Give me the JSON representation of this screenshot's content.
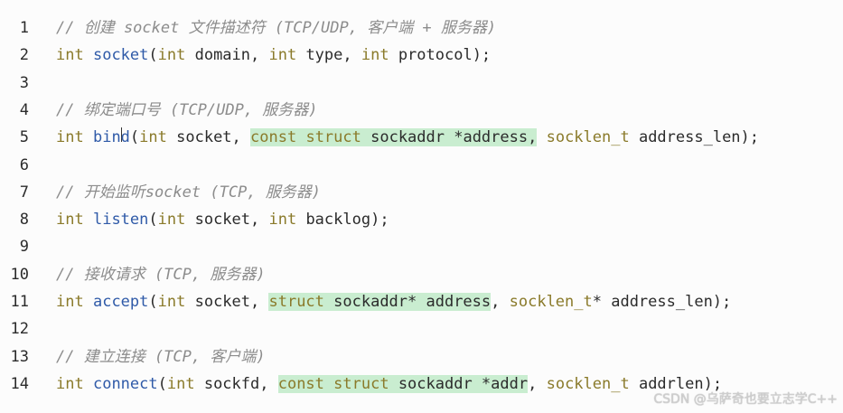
{
  "colors": {
    "keyword": "#8a7a2a",
    "function": "#2f5aa8",
    "identifier": "#2b2b2b",
    "comment": "#8c8c8c",
    "highlight": "#c9edd0"
  },
  "lines": [
    {
      "number": "1",
      "tokens": [
        {
          "t": "// 创建 socket 文件描述符 (TCP/UDP, 客户端 + 服务器)",
          "c": "comment"
        }
      ]
    },
    {
      "number": "2",
      "tokens": [
        {
          "t": "int",
          "c": "kw"
        },
        {
          "t": " ",
          "c": "plain"
        },
        {
          "t": "socket",
          "c": "fn"
        },
        {
          "t": "(",
          "c": "plain"
        },
        {
          "t": "int",
          "c": "kw"
        },
        {
          "t": " domain, ",
          "c": "plain"
        },
        {
          "t": "int",
          "c": "kw"
        },
        {
          "t": " type, ",
          "c": "plain"
        },
        {
          "t": "int",
          "c": "kw"
        },
        {
          "t": " protocol);",
          "c": "plain"
        }
      ]
    },
    {
      "number": "3",
      "tokens": []
    },
    {
      "number": "4",
      "tokens": [
        {
          "t": "// 绑定端口号 (TCP/UDP, 服务器)",
          "c": "comment"
        }
      ]
    },
    {
      "number": "5",
      "tokens": [
        {
          "t": "int",
          "c": "kw"
        },
        {
          "t": " ",
          "c": "plain"
        },
        {
          "t": "bind",
          "c": "fn"
        },
        {
          "t": "(",
          "c": "plain"
        },
        {
          "t": "int",
          "c": "kw"
        },
        {
          "t": " socket, ",
          "c": "plain"
        },
        {
          "t": "const",
          "c": "kw",
          "hl": true
        },
        {
          "t": " ",
          "c": "plain",
          "hl": true
        },
        {
          "t": "struct",
          "c": "kw",
          "hl": true
        },
        {
          "t": " sockaddr *address,",
          "c": "plain",
          "hl": true
        },
        {
          "t": " ",
          "c": "plain"
        },
        {
          "t": "socklen_t",
          "c": "kw"
        },
        {
          "t": " address_len);",
          "c": "plain"
        }
      ]
    },
    {
      "number": "6",
      "tokens": []
    },
    {
      "number": "7",
      "tokens": [
        {
          "t": "// 开始监听socket (TCP, 服务器)",
          "c": "comment"
        }
      ]
    },
    {
      "number": "8",
      "tokens": [
        {
          "t": "int",
          "c": "kw"
        },
        {
          "t": " ",
          "c": "plain"
        },
        {
          "t": "listen",
          "c": "fn"
        },
        {
          "t": "(",
          "c": "plain"
        },
        {
          "t": "int",
          "c": "kw"
        },
        {
          "t": " socket, ",
          "c": "plain"
        },
        {
          "t": "int",
          "c": "kw"
        },
        {
          "t": " backlog);",
          "c": "plain"
        }
      ]
    },
    {
      "number": "9",
      "tokens": []
    },
    {
      "number": "10",
      "tokens": [
        {
          "t": "// 接收请求 (TCP, 服务器)",
          "c": "comment"
        }
      ]
    },
    {
      "number": "11",
      "tokens": [
        {
          "t": "int",
          "c": "kw"
        },
        {
          "t": " ",
          "c": "plain"
        },
        {
          "t": "accept",
          "c": "fn"
        },
        {
          "t": "(",
          "c": "plain"
        },
        {
          "t": "int",
          "c": "kw"
        },
        {
          "t": " socket, ",
          "c": "plain"
        },
        {
          "t": "struct",
          "c": "kw",
          "hl": true
        },
        {
          "t": " sockaddr* address",
          "c": "plain",
          "hl": true
        },
        {
          "t": ", ",
          "c": "plain"
        },
        {
          "t": "socklen_t",
          "c": "kw"
        },
        {
          "t": "* address_len);",
          "c": "plain"
        }
      ]
    },
    {
      "number": "12",
      "tokens": []
    },
    {
      "number": "13",
      "tokens": [
        {
          "t": "// 建立连接 (TCP, 客户端)",
          "c": "comment"
        }
      ]
    },
    {
      "number": "14",
      "tokens": [
        {
          "t": "int",
          "c": "kw"
        },
        {
          "t": " ",
          "c": "plain"
        },
        {
          "t": "connect",
          "c": "fn"
        },
        {
          "t": "(",
          "c": "plain"
        },
        {
          "t": "int",
          "c": "kw"
        },
        {
          "t": " sockfd, ",
          "c": "plain"
        },
        {
          "t": "const",
          "c": "kw",
          "hl": true
        },
        {
          "t": " ",
          "c": "plain",
          "hl": true
        },
        {
          "t": "struct",
          "c": "kw",
          "hl": true
        },
        {
          "t": " sockaddr *addr",
          "c": "plain",
          "hl": true
        },
        {
          "t": ", ",
          "c": "plain"
        },
        {
          "t": "socklen_t",
          "c": "kw"
        },
        {
          "t": " addrlen);",
          "c": "plain"
        }
      ]
    }
  ],
  "watermark": "CSDN @乌萨奇也要立志学C++"
}
